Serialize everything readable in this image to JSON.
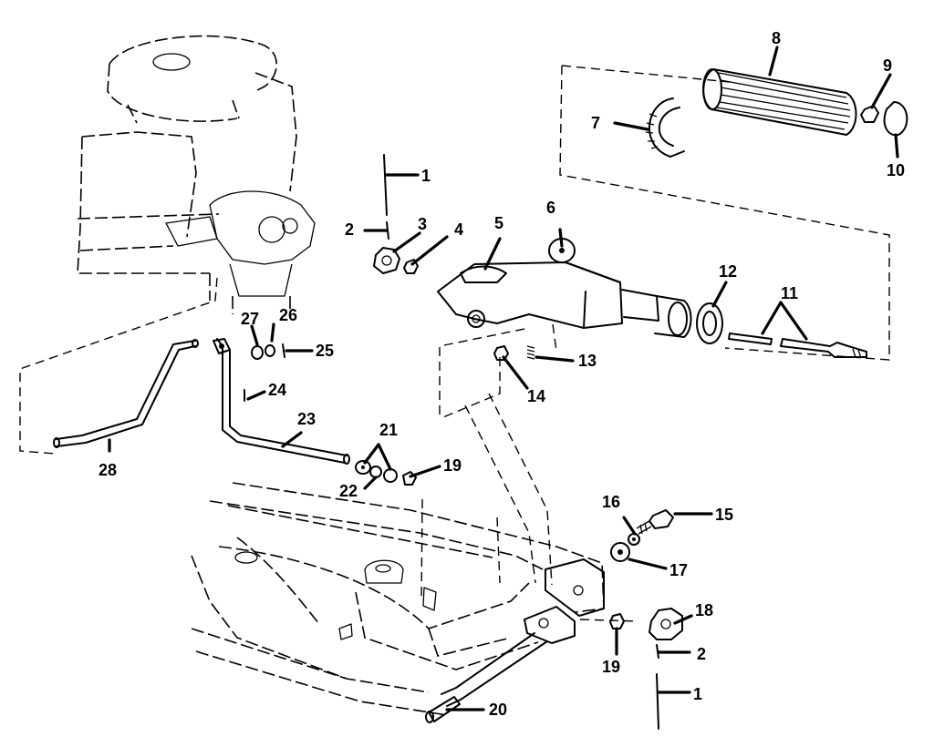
{
  "callouts": {
    "n1": "1",
    "n2": "2",
    "n3": "3",
    "n4": "4",
    "n5": "5",
    "n6": "6",
    "n7": "7",
    "n8": "8",
    "n9": "9",
    "n10": "10",
    "n11": "11",
    "n12": "12",
    "n13": "13",
    "n14": "14",
    "n15": "15",
    "n16": "16",
    "n17": "17",
    "n18": "18",
    "n19": "19",
    "n20": "20",
    "n21": "21",
    "n22": "22",
    "n23": "23",
    "n24": "24",
    "n25": "25",
    "n26": "26",
    "n27": "27",
    "n28": "28"
  }
}
